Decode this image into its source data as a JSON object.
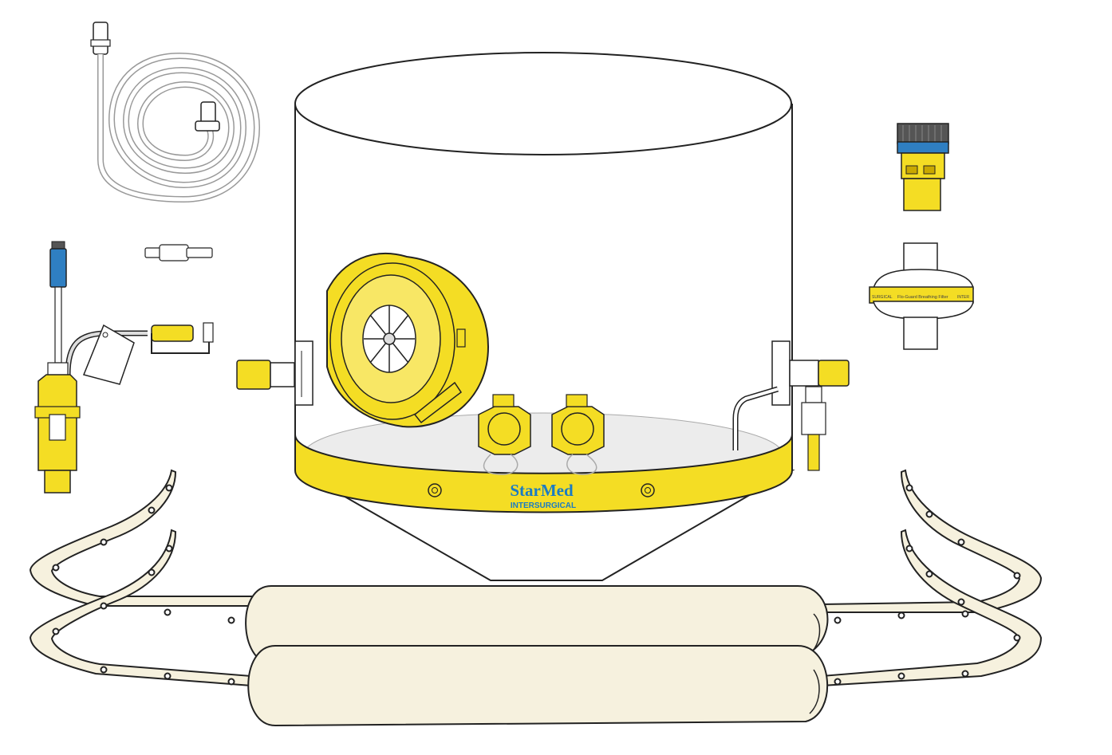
{
  "hood": {
    "brand_name": "StarMed",
    "brand_sub": "INTERSURGICAL"
  },
  "filter": {
    "label": "Flo-Guard Breathing Filter",
    "brand_left": "SURGICAL",
    "brand_right": "INTER"
  },
  "colors": {
    "yellow": "#f4dd24",
    "yellow_dark": "#c9a800",
    "blue": "#2f7fc2",
    "cushion": "#f6f1de",
    "clear": "#ffffff",
    "outline": "#222222"
  }
}
